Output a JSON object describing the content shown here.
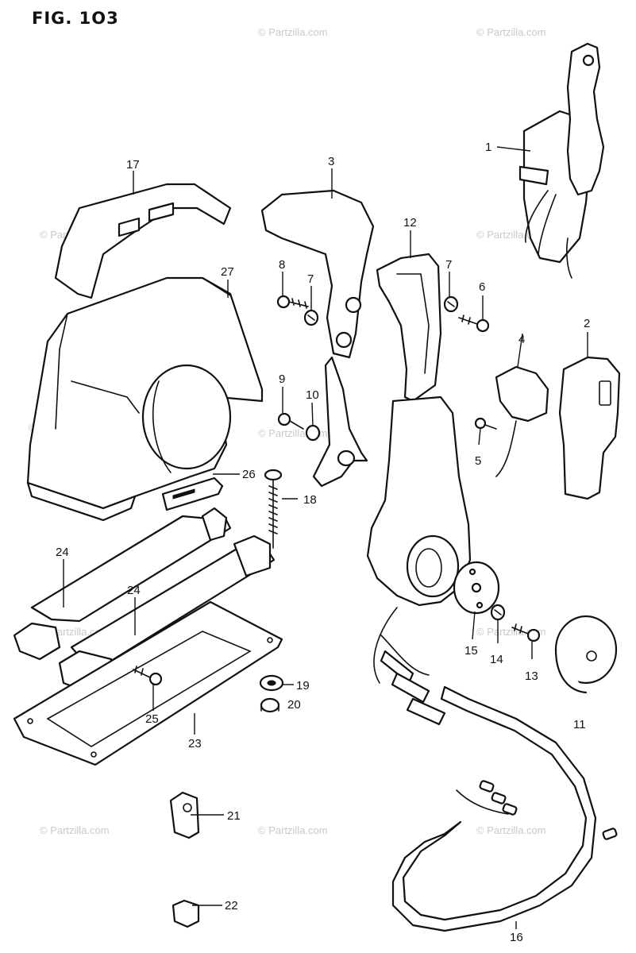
{
  "figure": {
    "title": "FIG. 1O3"
  },
  "watermark": {
    "text": "© Partzilla.com"
  },
  "callouts": {
    "c1": "1",
    "c2": "2",
    "c3": "3",
    "c4": "4",
    "c5": "5",
    "c6": "6",
    "c7a": "7",
    "c7b": "7",
    "c8": "8",
    "c9": "9",
    "c10": "10",
    "c11": "11",
    "c12": "12",
    "c13": "13",
    "c14": "14",
    "c15": "15",
    "c16": "16",
    "c17": "17",
    "c18": "18",
    "c19": "19",
    "c20": "20",
    "c21": "21",
    "c22": "22",
    "c23": "23",
    "c24a": "24",
    "c24b": "24",
    "c25": "25",
    "c26": "26",
    "c27": "27"
  }
}
